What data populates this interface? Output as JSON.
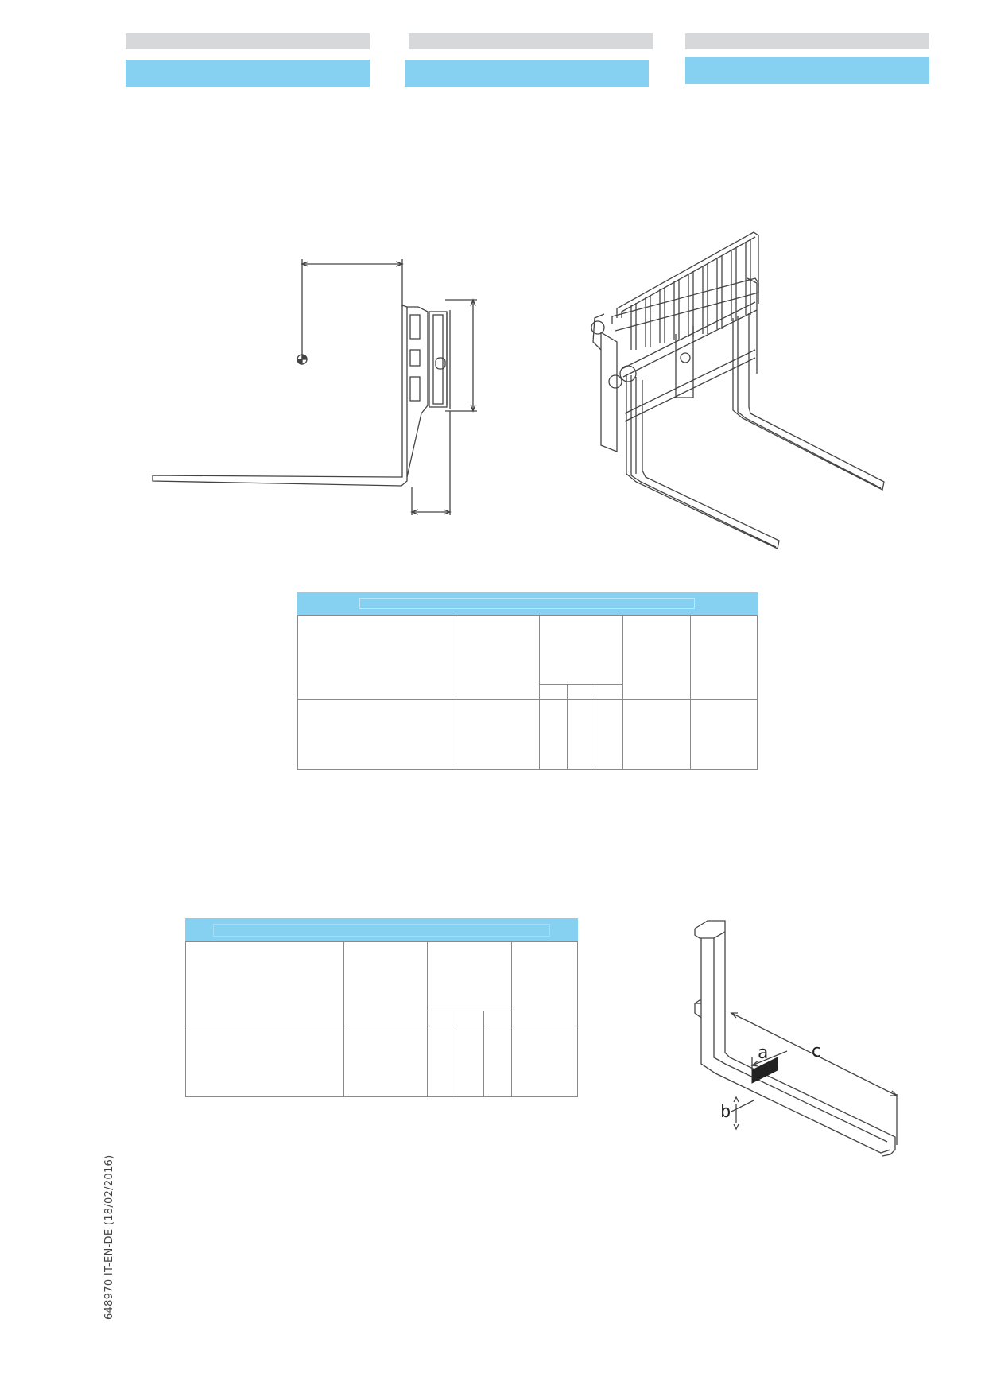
{
  "header": {
    "columns": [
      {
        "gray_label": "",
        "blue_label": ""
      },
      {
        "gray_label": "",
        "blue_label": ""
      },
      {
        "gray_label": "",
        "blue_label": ""
      }
    ]
  },
  "fork_diagram": {
    "labels": {
      "a": "a",
      "b": "b",
      "c": "c"
    }
  },
  "footer": {
    "doc_code": "648970 IT-EN-DE (18/02/2016)"
  },
  "colors": {
    "header_gray": "#d7d8d9",
    "header_blue": "#86d0f2",
    "table_border": "#8a8a8a"
  }
}
